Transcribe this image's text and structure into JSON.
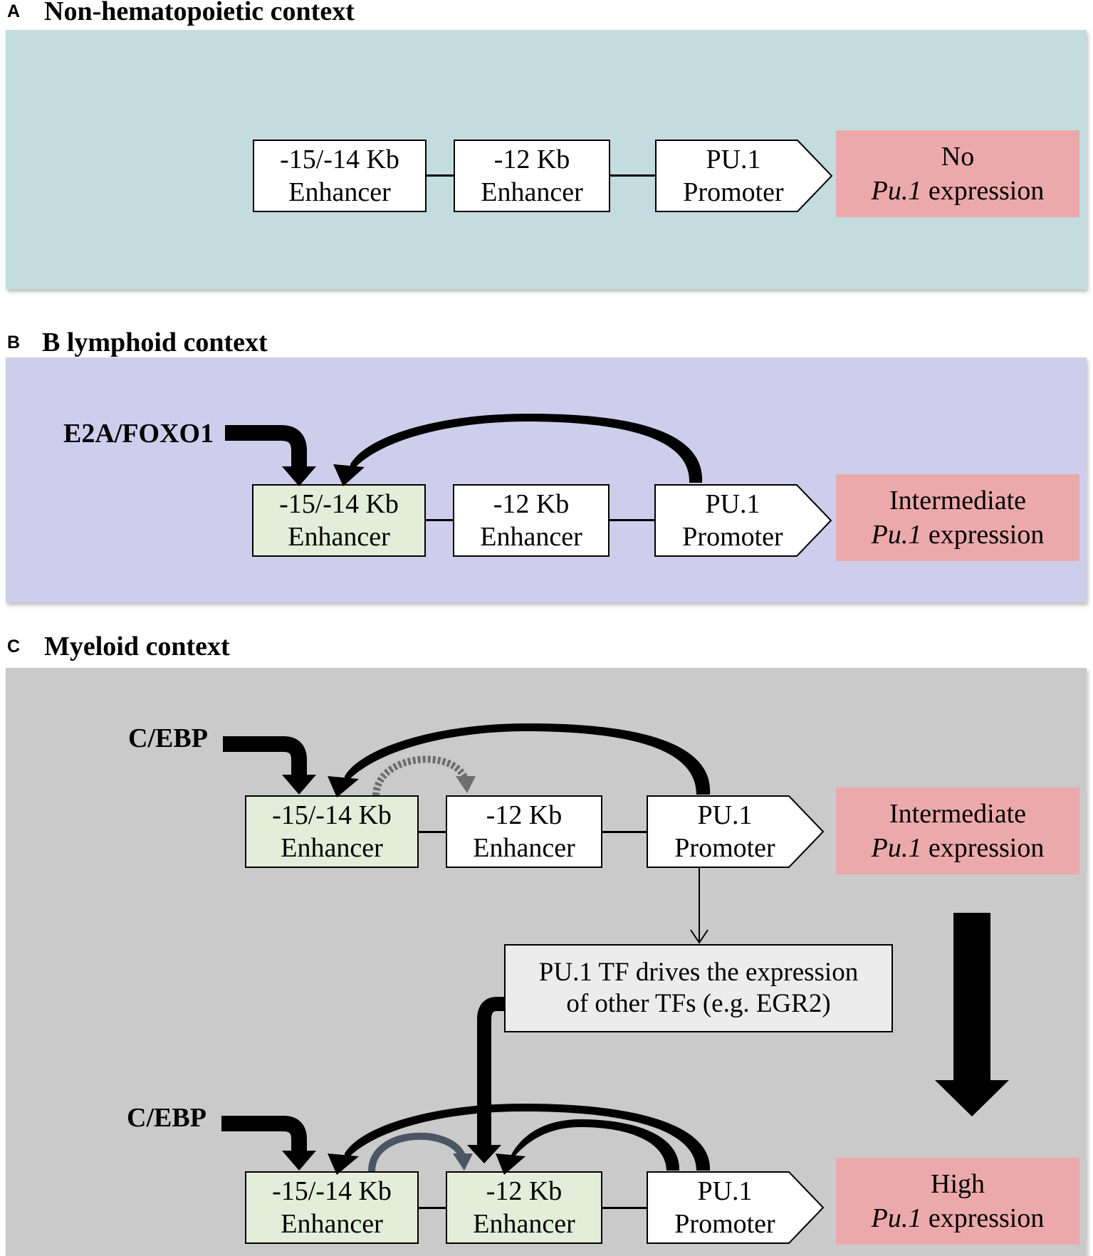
{
  "panels": {
    "a": {
      "letter": "A",
      "title": "Non-hematopoietic context",
      "background": "#c3dcdf",
      "enhancer1": [
        "-15/-14 Kb",
        "Enhancer"
      ],
      "enhancer2": [
        "-12 Kb",
        "Enhancer"
      ],
      "promoter": [
        "PU.1",
        "Promoter"
      ],
      "expression": {
        "line1": "No",
        "italic": "Pu.1",
        "rest": " expression"
      }
    },
    "b": {
      "letter": "B",
      "title": "B lymphoid context",
      "background": "#ceceec",
      "regulator": "E2A/FOXO1",
      "enhancer1": [
        "-15/-14 Kb",
        "Enhancer"
      ],
      "enhancer2": [
        "-12 Kb",
        "Enhancer"
      ],
      "promoter": [
        "PU.1",
        "Promoter"
      ],
      "expression": {
        "line1": "Intermediate",
        "italic": "Pu.1",
        "rest": " expression"
      }
    },
    "c": {
      "letter": "C",
      "title": "Myeloid context",
      "background": "#cacaca",
      "regulator_top": "C/EBP",
      "regulator_bottom": "C/EBP",
      "top": {
        "enhancer1": [
          "-15/-14 Kb",
          "Enhancer"
        ],
        "enhancer2": [
          "-12 Kb",
          "Enhancer"
        ],
        "promoter": [
          "PU.1",
          "Promoter"
        ],
        "expression": {
          "line1": "Intermediate",
          "italic": "Pu.1",
          "rest": " expression"
        }
      },
      "tf_box": [
        "PU.1 TF drives the expression",
        "of other TFs  (e.g. EGR2)"
      ],
      "bottom": {
        "enhancer1": [
          "-15/-14 Kb",
          "Enhancer"
        ],
        "enhancer2": [
          "-12 Kb",
          "Enhancer"
        ],
        "promoter": [
          "PU.1",
          "Promoter"
        ],
        "expression": {
          "line1": "High",
          "italic": "Pu.1",
          "rest": " expression"
        }
      }
    }
  },
  "colors": {
    "active_enhancer": "#e2eed9",
    "expression_box": "#eca9ab",
    "tf_box": "#ececec",
    "loop_arrow_gray": "#6e6e6e",
    "loop_arrow_slate": "#4b5563"
  }
}
